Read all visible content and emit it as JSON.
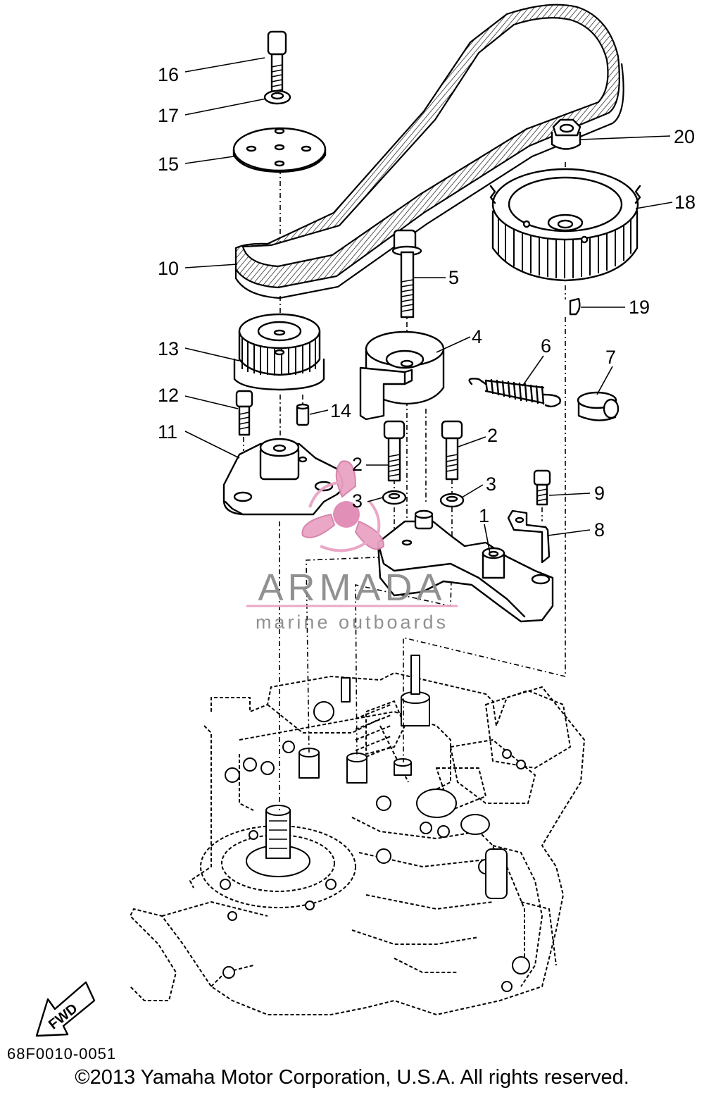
{
  "callouts": [
    "16",
    "17",
    "15",
    "10",
    "13",
    "12",
    "11",
    "14",
    "5",
    "4",
    "6",
    "7",
    "2",
    "2",
    "3",
    "3",
    "1",
    "9",
    "8",
    "20",
    "18",
    "19"
  ],
  "fwd_label": "FWD",
  "diagram_code": "68F0010-0051",
  "copyright": "©2013 Yamaha Motor Corporation, U.S.A. All rights reserved.",
  "watermark": {
    "name": "ARMADA",
    "tagline": "marine outboards",
    "color_pink": "#e9a3c4",
    "color_gray": "#8c8c8c"
  }
}
